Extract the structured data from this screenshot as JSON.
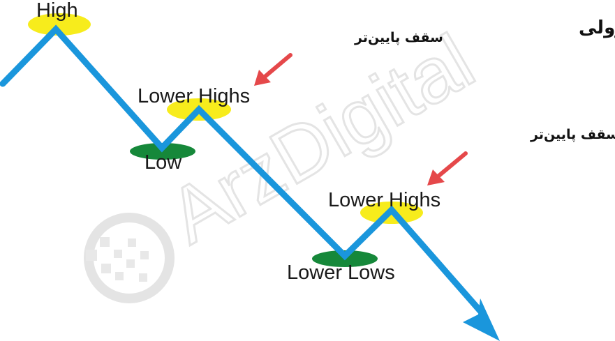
{
  "title": "یک روند نزولی",
  "watermark": "ArzDigital",
  "colors": {
    "trend_line": "#1a96dc",
    "high_marker": "#f7ec1c",
    "low_marker": "#16883a",
    "arrow": "#e5484a",
    "text": "#1a1a1a",
    "watermark": "#e4e4e4"
  },
  "labels": {
    "high": "High",
    "low": "Low",
    "lower_highs_1": "Lower Highs",
    "lower_highs_2": "Lower Highs",
    "lower_lows": "Lower Lows"
  },
  "annotations": {
    "note_1": "سقف پایین‌تر",
    "note_2": "سقف پایین‌تر"
  }
}
